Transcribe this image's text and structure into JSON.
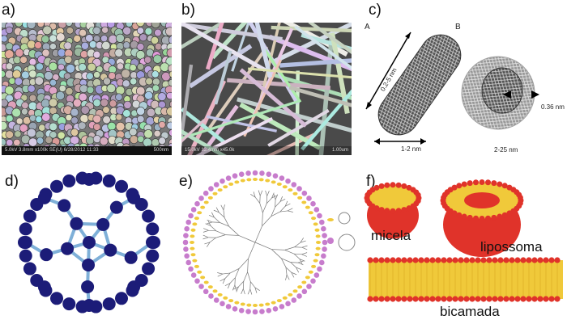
{
  "panels": {
    "a": {
      "label": "a)",
      "caption_left": "5.0kV 3.8mm x100k SE(U) 6/28/2012 11:33",
      "caption_right": "500nm"
    },
    "b": {
      "label": "b)",
      "caption_left": "15.0kV 12.4mm x45.0k",
      "caption_right": "1.00um"
    },
    "c": {
      "label": "c)",
      "sub_a": "A",
      "sub_b": "B",
      "length": "0.2-5 nm",
      "diameter_a": "1-2 nm",
      "diameter_b": "2-25 nm",
      "spacing": "0.36 nm"
    },
    "d": {
      "label": "d)"
    },
    "e": {
      "label": "e)"
    },
    "f": {
      "label": "f)",
      "micelle": "micela",
      "liposome": "lipossoma",
      "bilayer": "bicamada"
    }
  },
  "colors": {
    "fullerene": "#1c1c78",
    "bond": "#7fb0d8",
    "lipid_head": "#e0332a",
    "lipid_tail": "#f0c93a",
    "dendrimer_head": "#c77ccc"
  }
}
